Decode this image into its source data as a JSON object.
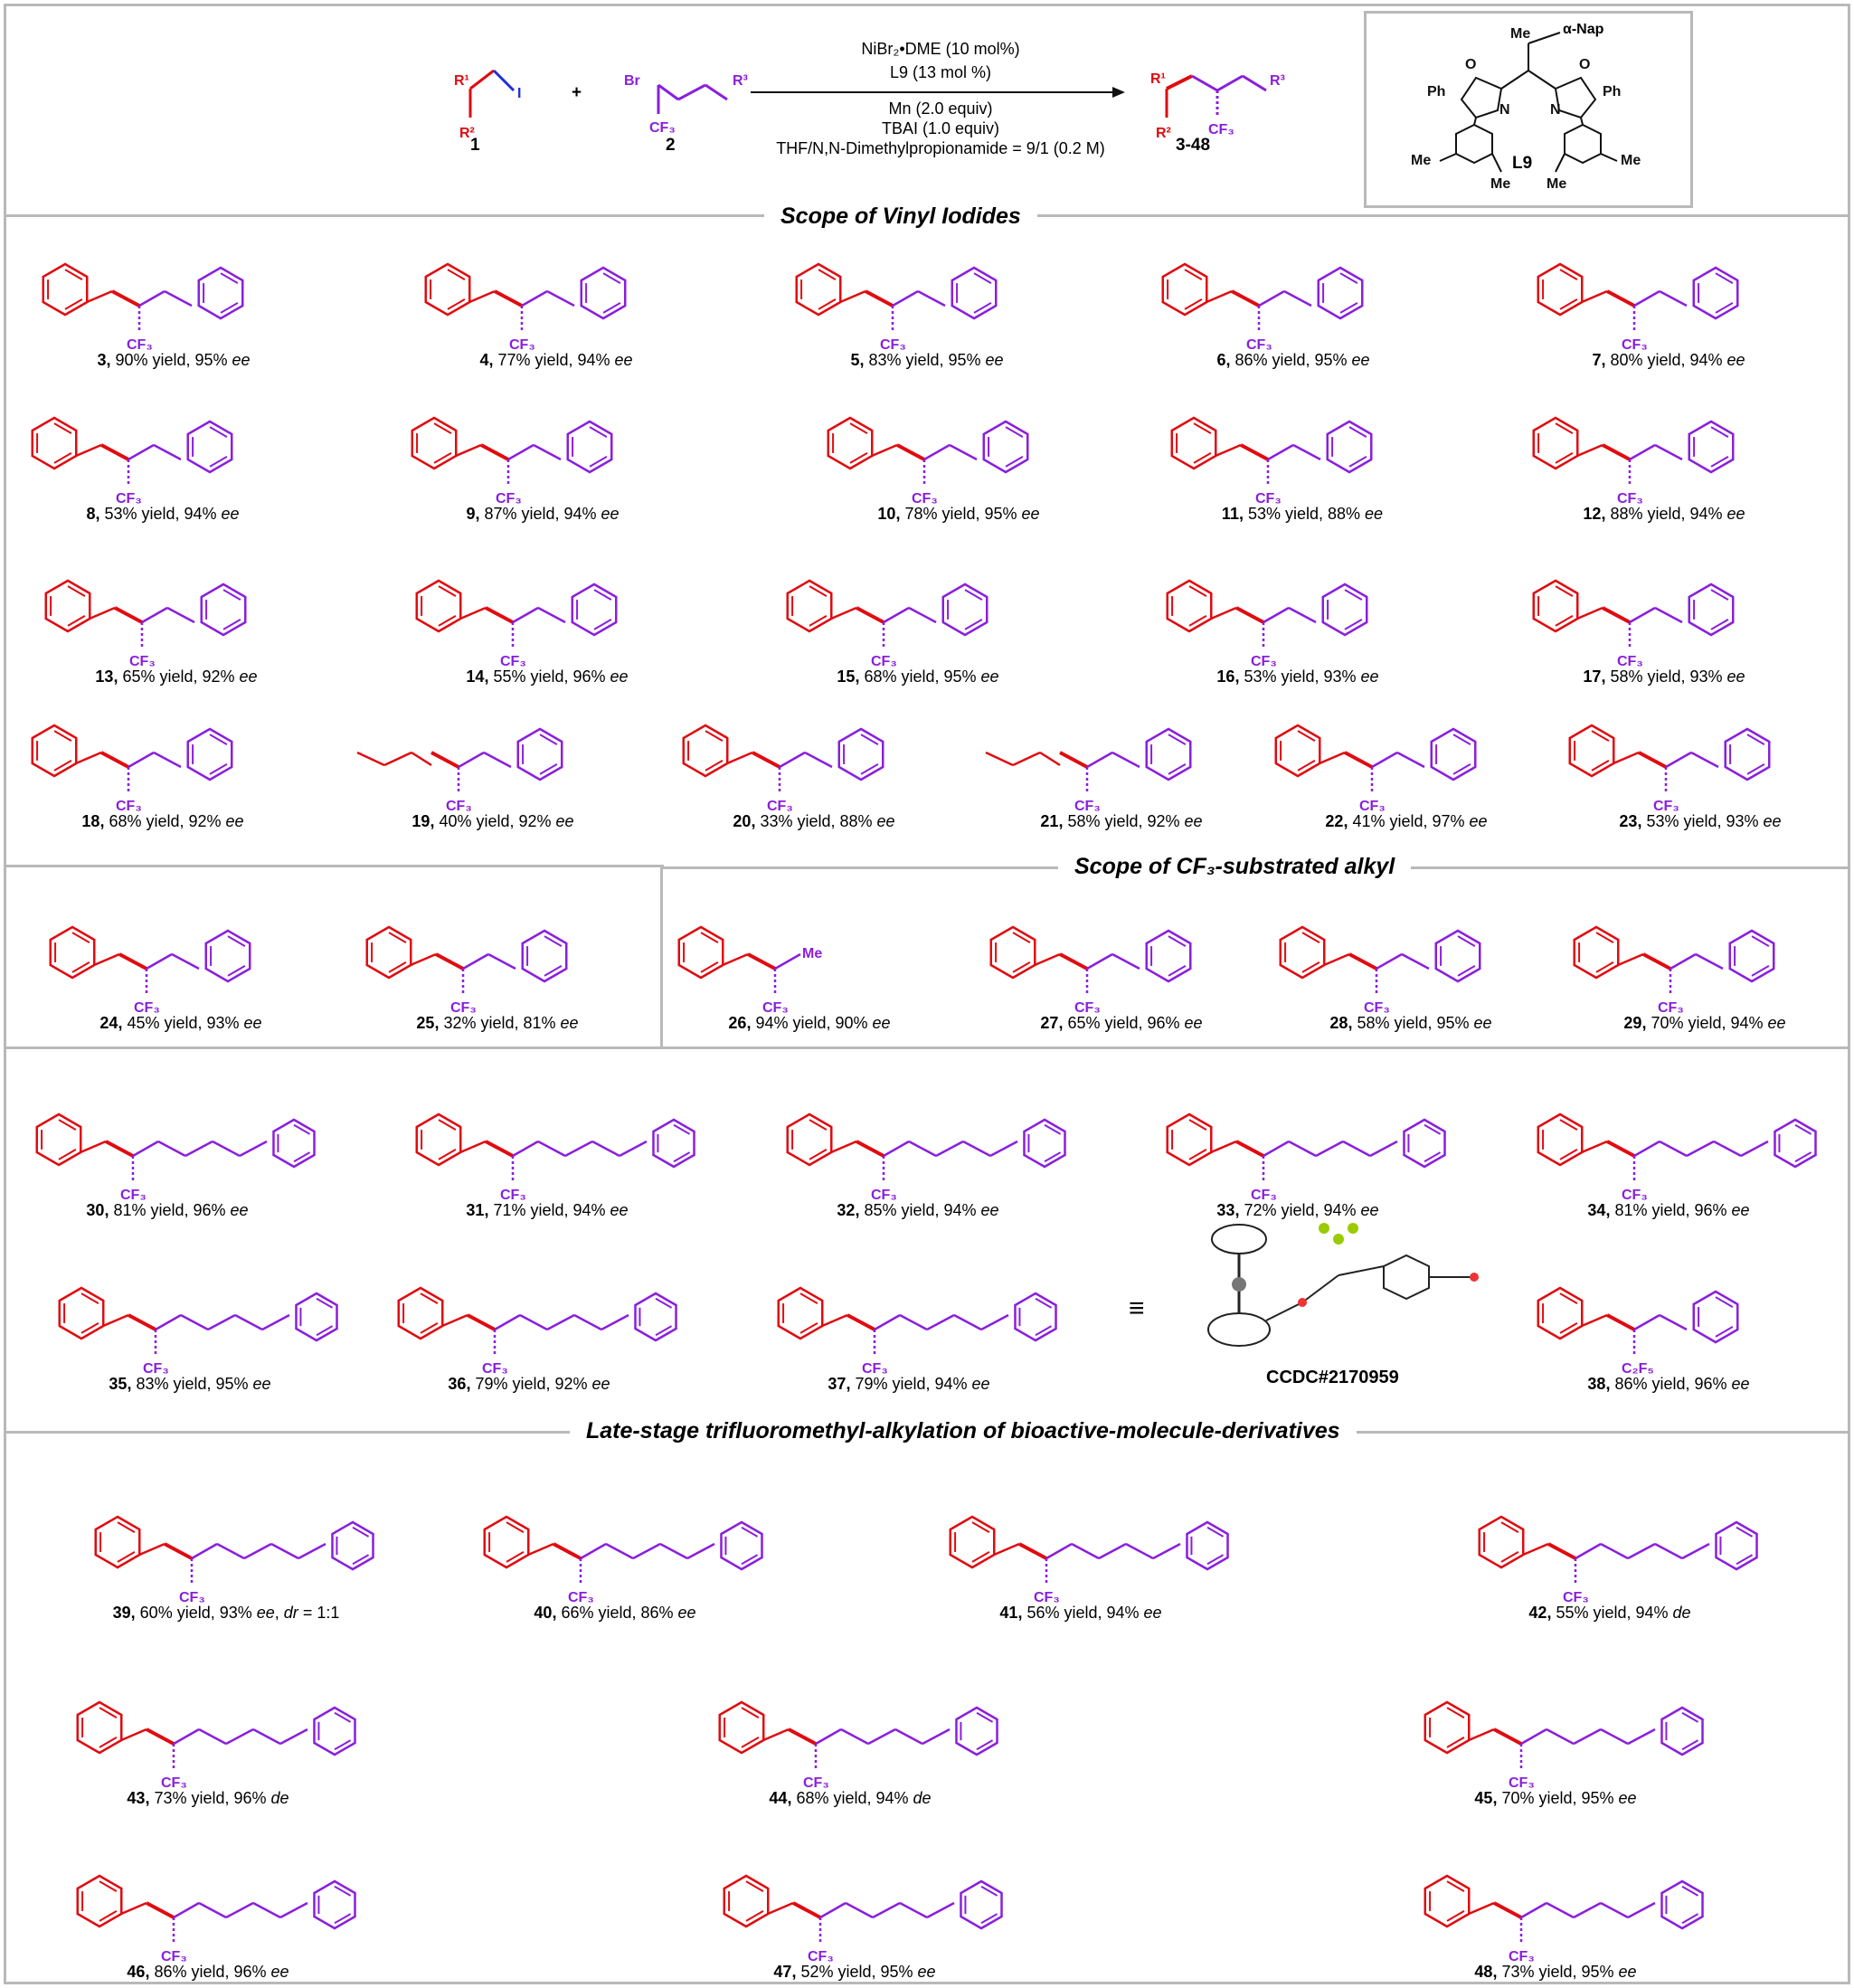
{
  "reaction": {
    "label_1": "1",
    "label_2": "2",
    "label_product": "3-48",
    "cond1": "NiBr₂•DME (10 mol%)",
    "cond2": "L9 (13 mol %)",
    "cond3": "Mn (2.0 equiv)",
    "cond4": "TBAI (1.0 equiv)",
    "cond5": "THF/N,N-Dimethylpropionamide = 9/1 (0.2 M)",
    "plus": "+",
    "ligand_label": "L9",
    "ligand_sub": "α-Nap"
  },
  "sections": {
    "vinyl": "Scope of Vinyl Iodides",
    "alkyl": "Scope of CF₃-substrated alkyl",
    "late": "Late-stage trifluoromethyl-alkylation of bioactive-molecule-derivatives"
  },
  "compounds": [
    {
      "id": "3",
      "text": "90% yield, 95% ee"
    },
    {
      "id": "4",
      "text": "77% yield, 94% ee"
    },
    {
      "id": "5",
      "text": "83% yield, 95% ee"
    },
    {
      "id": "6",
      "text": "86% yield, 95% ee"
    },
    {
      "id": "7",
      "text": "80% yield, 94% ee"
    },
    {
      "id": "8",
      "text": "53% yield, 94% ee"
    },
    {
      "id": "9",
      "text": "87% yield, 94% ee"
    },
    {
      "id": "10",
      "text": "78% yield, 95% ee"
    },
    {
      "id": "11",
      "text": "53% yield, 88% ee"
    },
    {
      "id": "12",
      "text": "88% yield, 94% ee"
    },
    {
      "id": "13",
      "text": "65% yield, 92% ee"
    },
    {
      "id": "14",
      "text": "55% yield, 96% ee"
    },
    {
      "id": "15",
      "text": "68% yield, 95% ee"
    },
    {
      "id": "16",
      "text": "53% yield, 93% ee"
    },
    {
      "id": "17",
      "text": "58% yield, 93% ee"
    },
    {
      "id": "18",
      "text": "68% yield, 92% ee"
    },
    {
      "id": "19",
      "text": "40% yield, 92% ee"
    },
    {
      "id": "20",
      "text": "33% yield, 88% ee"
    },
    {
      "id": "21",
      "text": "58% yield, 92% ee"
    },
    {
      "id": "22",
      "text": "41% yield, 97% ee"
    },
    {
      "id": "23",
      "text": "53% yield, 93% ee"
    },
    {
      "id": "24",
      "text": "45% yield, 93% ee"
    },
    {
      "id": "25",
      "text": "32% yield, 81% ee"
    },
    {
      "id": "26",
      "text": "94% yield, 90% ee"
    },
    {
      "id": "27",
      "text": "65% yield, 96% ee"
    },
    {
      "id": "28",
      "text": "58% yield, 95% ee"
    },
    {
      "id": "29",
      "text": "70% yield, 94% ee"
    },
    {
      "id": "30",
      "text": "81% yield, 96% ee"
    },
    {
      "id": "31",
      "text": "71% yield, 94% ee"
    },
    {
      "id": "32",
      "text": "85% yield, 94% ee"
    },
    {
      "id": "33",
      "text": "72% yield, 94% ee"
    },
    {
      "id": "34",
      "text": "81% yield, 96% ee"
    },
    {
      "id": "35",
      "text": "83% yield, 95% ee"
    },
    {
      "id": "36",
      "text": "79% yield, 92% ee"
    },
    {
      "id": "37",
      "text": "79% yield, 94% ee"
    },
    {
      "id": "38",
      "text": "86% yield, 96% ee"
    },
    {
      "id": "39",
      "text": "60% yield, 93% ee, dr = 1:1"
    },
    {
      "id": "40",
      "text": "66% yield, 86% ee"
    },
    {
      "id": "41",
      "text": "56% yield, 94% ee"
    },
    {
      "id": "42",
      "text": "55% yield, 94% de"
    },
    {
      "id": "43",
      "text": "73% yield, 96% de"
    },
    {
      "id": "44",
      "text": "68% yield, 94% de"
    },
    {
      "id": "45",
      "text": "70% yield, 95% ee"
    },
    {
      "id": "46",
      "text": "86% yield, 96% ee"
    },
    {
      "id": "47",
      "text": "52% yield, 95% ee"
    },
    {
      "id": "48",
      "text": "73% yield, 95% ee"
    }
  ],
  "ccdc": "CCDC#2170959",
  "colors": {
    "vinyl": "#e00b10",
    "alkyl": "#8a1fdc",
    "iodide": "#1d2de0",
    "frame": "#b9b9b9"
  }
}
